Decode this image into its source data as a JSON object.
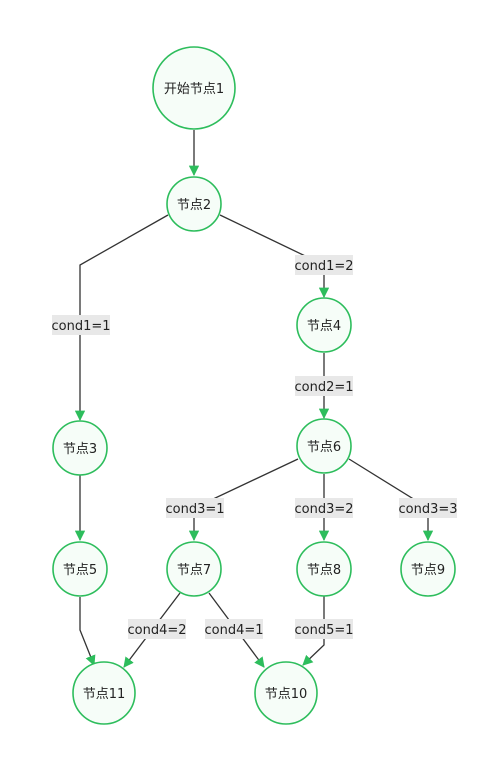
{
  "colors": {
    "node_border": "#2dbd5c",
    "node_fill": "#f6fdf8",
    "edge": "#333333",
    "arrow": "#2dbd5c",
    "label_bg": "#e8e8e8"
  },
  "nodes": {
    "n1": "开始节点1",
    "n2": "节点2",
    "n3": "节点3",
    "n4": "节点4",
    "n5": "节点5",
    "n6": "节点6",
    "n7": "节点7",
    "n8": "节点8",
    "n9": "节点9",
    "n10": "节点10",
    "n11": "节点11"
  },
  "edges": {
    "e1_2": "",
    "e2_3": "cond1=1",
    "e2_4": "cond1=2",
    "e3_5": "",
    "e4_6": "cond2=1",
    "e5_11": "",
    "e6_7": "cond3=1",
    "e6_8": "cond3=2",
    "e6_9": "cond3=3",
    "e7_11": "cond4=2",
    "e7_10": "cond4=1",
    "e8_10": "cond5=1"
  }
}
